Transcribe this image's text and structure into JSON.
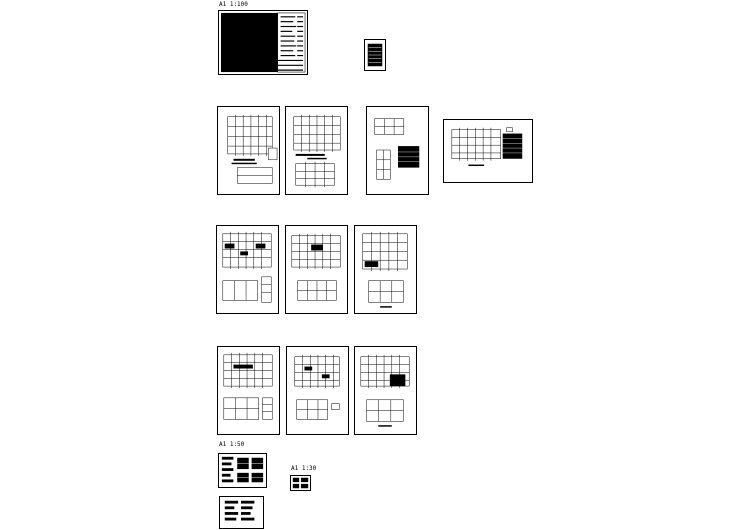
{
  "scale_labels": {
    "top": "A1 1:100",
    "lower_left": "A1  1:50",
    "lower_right": "A1  1:30"
  }
}
